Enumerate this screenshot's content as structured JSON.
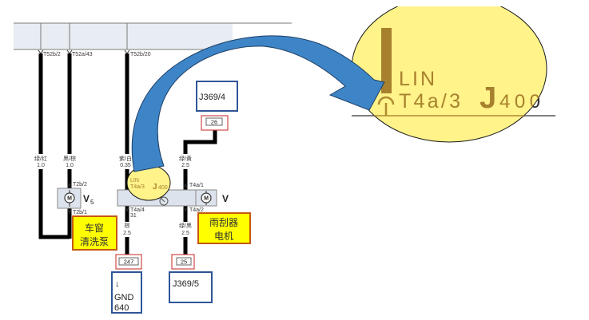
{
  "colors": {
    "arrow": "#3d85c6",
    "highlight_label": "#ffff00",
    "callout_fill": "#fff38a",
    "reference_border": "#2f5597",
    "connector_border": "#d04848",
    "callout_text": "#a8812e"
  },
  "header": {
    "connector_labels": [
      "T52b/2",
      "T52a/43",
      "T52b/20"
    ]
  },
  "wires": {
    "w1": {
      "color": "绿/红",
      "gauge": "1.0"
    },
    "w2": {
      "color": "黑/棕",
      "gauge": "1.0"
    },
    "w3": {
      "color": "紫/白",
      "gauge": "0.35"
    },
    "w4": {
      "color": "绿/黄",
      "gauge": "2.5"
    },
    "w5": {
      "color": "棕",
      "gauge": "2.5"
    },
    "w6": {
      "color": "绿/黑",
      "gauge": "2.5"
    }
  },
  "washer_pump": {
    "designator": "V",
    "designator_sub": "5",
    "pin_top": "T2b/2",
    "pin_bottom": "T2b/1",
    "motor_glyph": "M",
    "label_lines": [
      "车窗",
      "清洗泵"
    ]
  },
  "wiper_motor": {
    "designator": "V",
    "motor_glyph": "M",
    "label_lines": [
      "雨刮器",
      "电机"
    ]
  },
  "j400": {
    "lin": "LIN",
    "pin_lin": "T4a/3",
    "name": "J",
    "name_sub": "400",
    "pin_t4a1": "T4a/1",
    "pin_t4a4": "T4a/4",
    "pin_t4a4_num": "31",
    "pin_t4a2": "T4a/2"
  },
  "connectors": {
    "c26": "26",
    "c247": "247",
    "c25": "25"
  },
  "references": {
    "j369_4": "J369/4",
    "j369_5": "J369/5",
    "gnd_arrow": "↓",
    "gnd_label": "GND",
    "gnd_num": "640"
  },
  "callout": {
    "lin": "LIN",
    "pin": "T4a/3",
    "name": "J",
    "name_sub": "400"
  }
}
